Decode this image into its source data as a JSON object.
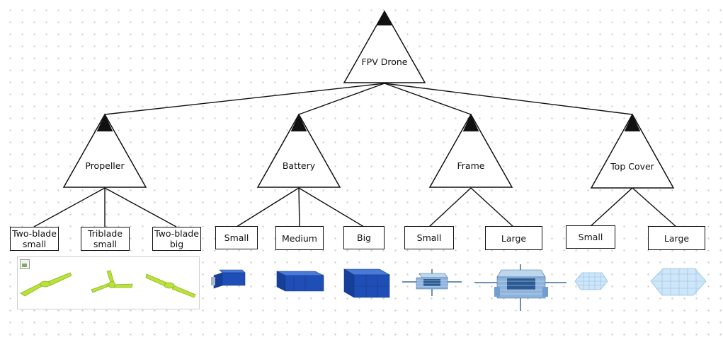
{
  "diagram": {
    "type": "feature-tree",
    "root": {
      "label": "FPV Drone"
    },
    "groups": [
      {
        "id": "propeller",
        "label": "Propeller",
        "children": [
          {
            "id": "two-blade-small",
            "label_lines": [
              "Two-blade",
              "small"
            ]
          },
          {
            "id": "triblade-small",
            "label_lines": [
              "Triblade",
              "small"
            ]
          },
          {
            "id": "two-blade-big",
            "label_lines": [
              "Two-blade",
              "big"
            ]
          }
        ]
      },
      {
        "id": "battery",
        "label": "Battery",
        "children": [
          {
            "id": "small",
            "label_lines": [
              "Small"
            ]
          },
          {
            "id": "medium",
            "label_lines": [
              "Medium"
            ]
          },
          {
            "id": "big",
            "label_lines": [
              "Big"
            ]
          }
        ]
      },
      {
        "id": "frame",
        "label": "Frame",
        "children": [
          {
            "id": "small",
            "label_lines": [
              "Small"
            ]
          },
          {
            "id": "large",
            "label_lines": [
              "Large"
            ]
          }
        ]
      },
      {
        "id": "top-cover",
        "label": "Top Cover",
        "children": [
          {
            "id": "small",
            "label_lines": [
              "Small"
            ]
          },
          {
            "id": "large",
            "label_lines": [
              "Large"
            ]
          }
        ]
      }
    ],
    "colors": {
      "propeller_green": "#b9e23a",
      "battery_blue": "#1f4fb6",
      "frame_blue": "#6f9fd2",
      "cover_light_blue": "#a9d1f0"
    }
  }
}
